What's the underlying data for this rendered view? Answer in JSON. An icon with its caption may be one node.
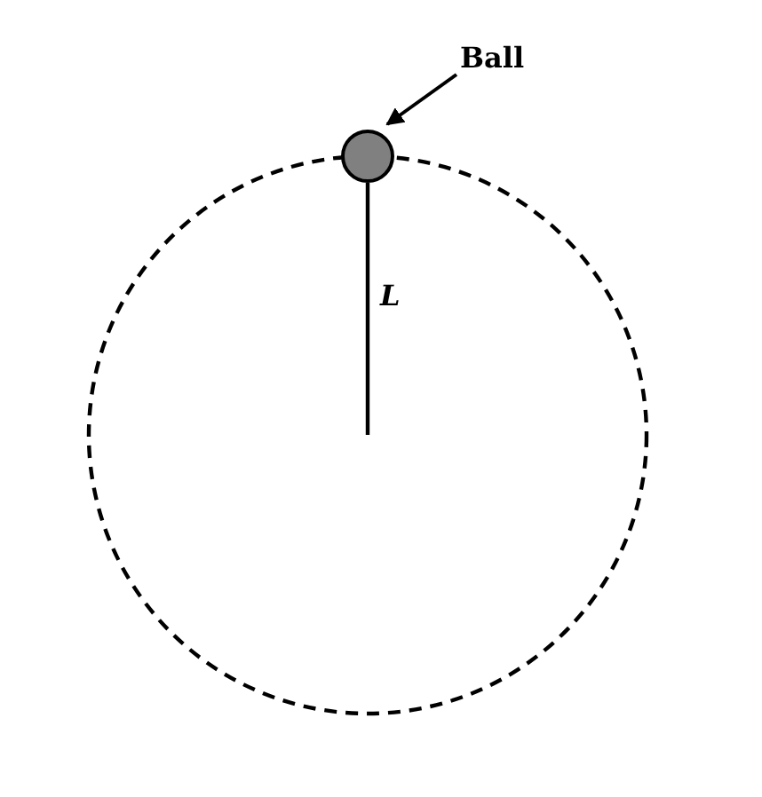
{
  "diagram": {
    "nodes": [
      {
        "text": [
          "Ball"
        ]
      },
      {
        "text": [],
        "shape": "circle"
      }
    ],
    "edges": [
      {
        "from": 0,
        "to": 1,
        "arrow": "to"
      }
    ],
    "labels": [
      "L"
    ]
  }
}
